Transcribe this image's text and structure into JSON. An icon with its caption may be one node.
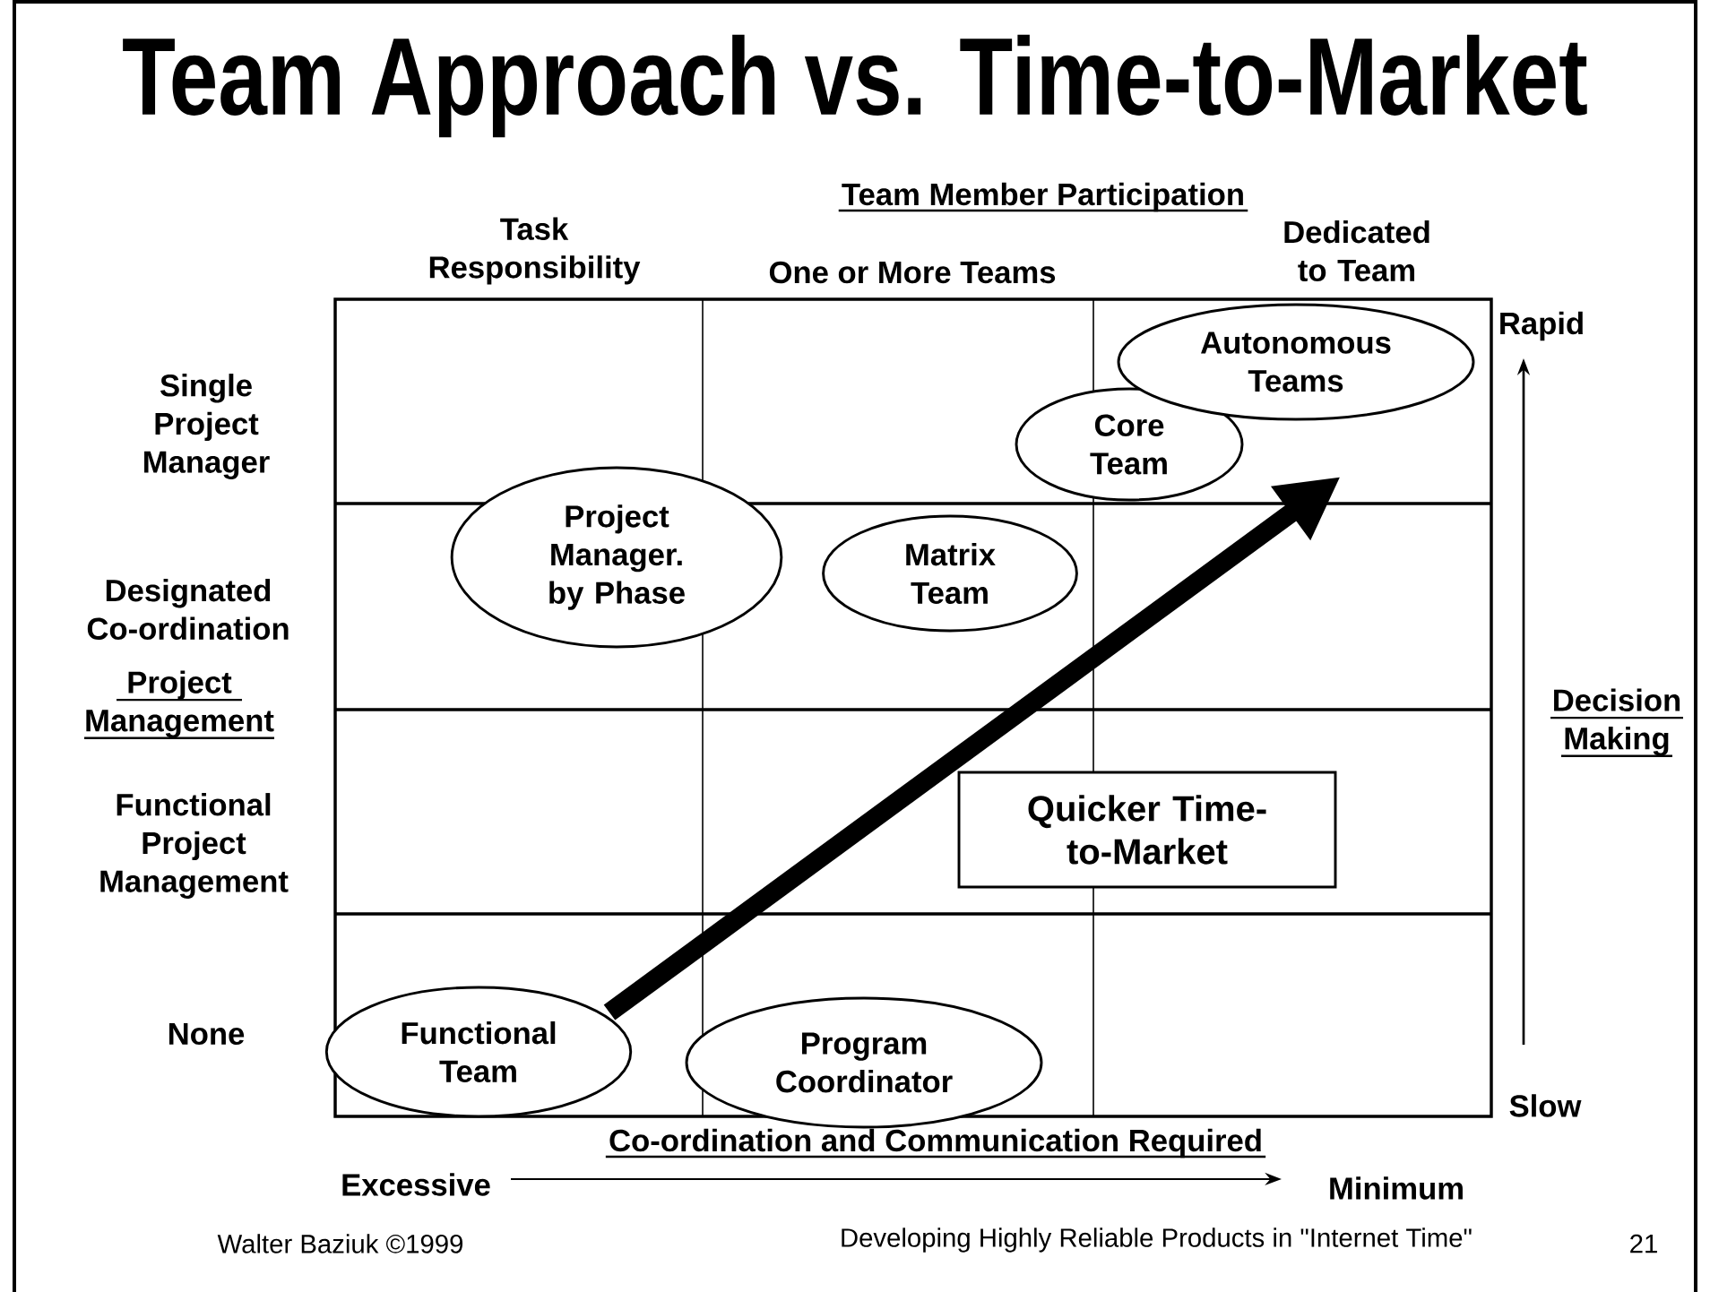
{
  "diagram": {
    "title": "Team Approach vs. Time-to-Market",
    "nodes": [
      {
        "text": [
          "Project Manager. by Phase"
        ]
      },
      {
        "text": [
          "Matrix Team"
        ]
      },
      {
        "text": [
          "Core Team"
        ]
      },
      {
        "text": [
          "Autonomous Teams"
        ]
      },
      {
        "text": [
          "Quicker Time-to-Market"
        ]
      },
      {
        "text": [
          "Functional Team"
        ]
      },
      {
        "text": [
          "Program Coordinator"
        ]
      }
    ],
    "labels": [
      "Team Member Participation",
      "Task Responsibility",
      "One or More Teams",
      "Dedicated to Team",
      "Rapid",
      "Single Project Manager",
      "Designated Co-ordination",
      "Project Management",
      "Decision Making",
      "Functional Project Management",
      "None",
      "Slow",
      "Co-ordination and Communication Required",
      "Excessive",
      "Minimum",
      "Walter Baziuk ©1999",
      "Developing Highly Reliable Products in \"Internet Time\"",
      "21"
    ]
  }
}
